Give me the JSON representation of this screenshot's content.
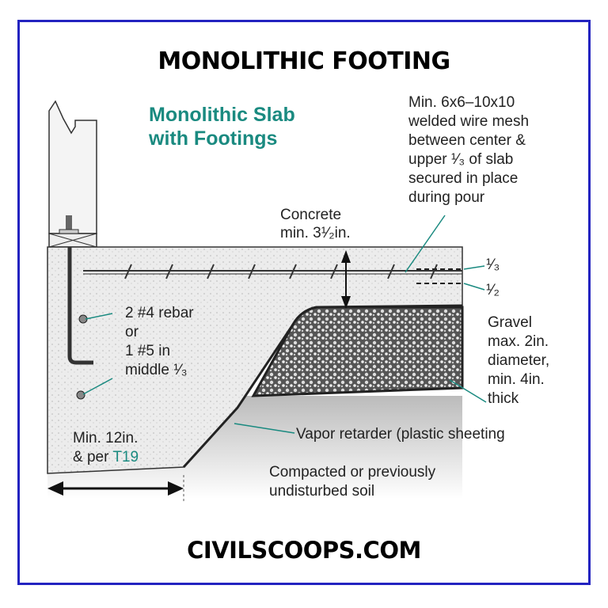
{
  "header": {
    "title": "MONOLITHIC FOOTING"
  },
  "footer": {
    "site": "CIVILSCOOPS.COM"
  },
  "diagram": {
    "subtitle_line1": "Monolithic Slab",
    "subtitle_line2": "with Footings",
    "mesh_note": [
      "Min. 6x6–10x10",
      "welded wire mesh",
      "between center &",
      "upper ¹⁄₃ of slab",
      "secured in place",
      "during pour"
    ],
    "concrete_note": [
      "Concrete",
      "min. 3¹⁄₂in."
    ],
    "fraction_third": "¹⁄₃",
    "fraction_half": "¹⁄₂",
    "rebar_note": [
      "2 #4 rebar",
      "or",
      "1 #5 in",
      "middle ¹⁄₃"
    ],
    "gravel_note": [
      "Gravel",
      "max. 2in.",
      "diameter,",
      "min. 4in.",
      "thick"
    ],
    "vapor_note": "Vapor retarder (plastic sheeting",
    "footing_width_note": [
      "Min. 12in.",
      "& per "
    ],
    "footing_ref": "T19",
    "soil_note": [
      "Compacted or previously",
      "undisturbed soil"
    ]
  },
  "colors": {
    "frame": "#2323c0",
    "accent": "#1a8a80",
    "text": "#222222"
  }
}
